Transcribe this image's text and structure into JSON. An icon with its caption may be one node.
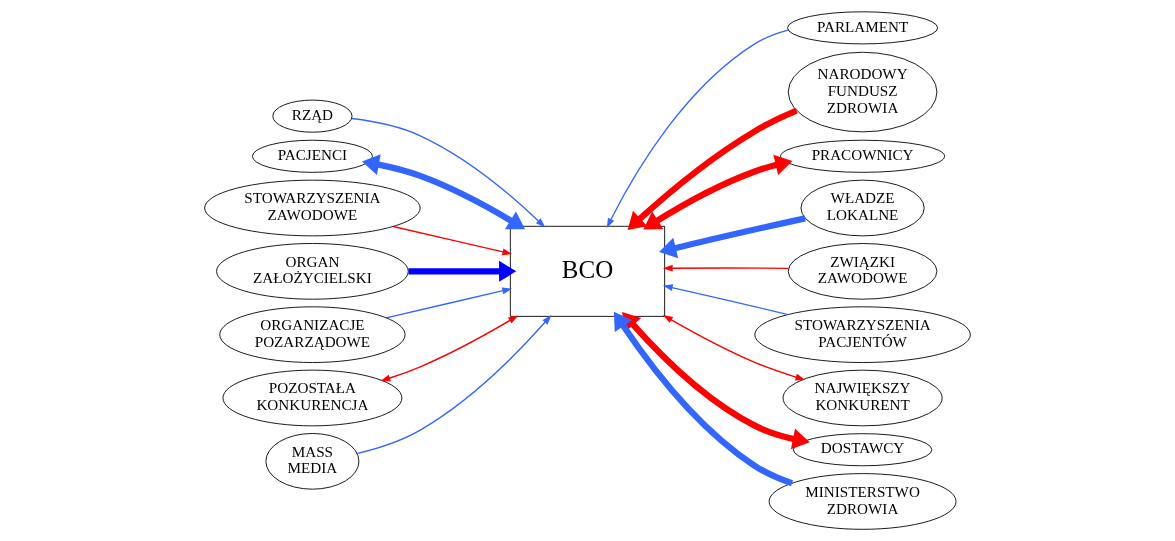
{
  "diagram": {
    "nodes": [
      {
        "text": [
          "BCO"
        ]
      },
      {
        "text": [
          "RZĄD"
        ]
      },
      {
        "text": [
          "PARLAMENT"
        ]
      },
      {
        "text": [
          "NARODOWY FUNDUSZ ZDROWIA"
        ]
      },
      {
        "text": [
          "PACJENCI"
        ]
      },
      {
        "text": [
          "STOWARZYSZENIA ZAWODOWE"
        ]
      },
      {
        "text": [
          "PRACOWNICY"
        ]
      },
      {
        "text": [
          "WŁADZE LOKALNE"
        ]
      },
      {
        "text": [
          "ORGAN ZAŁOŻYCIELSKI"
        ]
      },
      {
        "text": [
          "ZWIĄZKI ZAWODOWE"
        ]
      },
      {
        "text": [
          "STOWARZYSZENIA PACJENTÓW"
        ]
      },
      {
        "text": [
          "ORGANIZACJE POZARZĄDOWE"
        ]
      },
      {
        "text": [
          "POZOSTAŁA KONKURENCJA"
        ]
      },
      {
        "text": [
          "NAJWIĘKSZY KONKURENT"
        ]
      },
      {
        "text": [
          "DOSTAWCY"
        ]
      },
      {
        "text": [
          "MINISTERSTWO ZDROWIA"
        ]
      },
      {
        "text": [
          "MASS MEDIA"
        ]
      }
    ],
    "edges": [
      {
        "from": 1,
        "to": 0,
        "arrow": "to"
      },
      {
        "from": 2,
        "to": 0,
        "arrow": "to"
      },
      {
        "from": 3,
        "to": 0,
        "arrow": "to",
        "style": "thick",
        "color": "#ff0000"
      },
      {
        "from": 4,
        "to": 0,
        "arrow": "both",
        "style": "thick"
      },
      {
        "from": 5,
        "to": 0,
        "arrow": "to",
        "color": "#ff0000"
      },
      {
        "from": 6,
        "to": 0,
        "arrow": "both",
        "style": "thick",
        "color": "#ff0000"
      },
      {
        "from": 7,
        "to": 0,
        "arrow": "to",
        "style": "thick"
      },
      {
        "from": 8,
        "to": 0,
        "arrow": "to",
        "style": "thick",
        "color": "#0000ff"
      },
      {
        "from": 9,
        "to": 0,
        "arrow": "to",
        "color": "#ff0000"
      },
      {
        "from": 10,
        "to": 0,
        "arrow": "to"
      },
      {
        "from": 11,
        "to": 0,
        "arrow": "to"
      },
      {
        "from": 12,
        "to": 0,
        "arrow": "both",
        "color": "#ff0000"
      },
      {
        "from": 13,
        "to": 0,
        "arrow": "both",
        "color": "#ff0000"
      },
      {
        "from": 14,
        "to": 0,
        "arrow": "both",
        "style": "thick",
        "color": "#ff0000"
      },
      {
        "from": 15,
        "to": 0,
        "arrow": "to",
        "style": "thick"
      },
      {
        "from": 16,
        "to": 0,
        "arrow": "to"
      }
    ]
  }
}
